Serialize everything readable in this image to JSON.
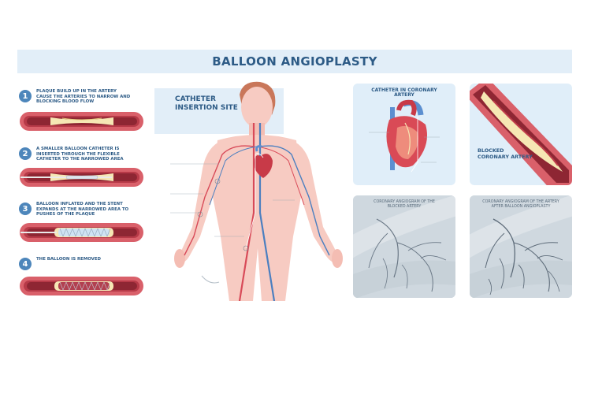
{
  "header": {
    "title": "BALLOON ANGIOPLASTY"
  },
  "steps": [
    {
      "number": "1",
      "text": "PLAQUE BUILD UP IN THE ARTERY CAUSE THE ARTERIES TO NARROW AND BLOCKING BLOOD FLOW"
    },
    {
      "number": "2",
      "text": "A SMALLER BALLOON CATHETER IS INSERTED THROUGH THE FLEXIBLE CATHETER TO THE NARROWED AREA"
    },
    {
      "number": "3",
      "text": "BALLOON INFLATED AND THE STENT EXPANDS AT THE NARROWED AREA TO PUSHES OF THE PLAQUE"
    },
    {
      "number": "4",
      "text": "THE BALLOON IS REMOVED"
    }
  ],
  "center": {
    "insertion_label": "CATHETER INSERTION SITE"
  },
  "panels": {
    "catheter_coronary": "CATHETER IN CORONARY ARTERY",
    "blocked": "BLOCKED CORONARY ARTERY",
    "angiogram_blocked": "CORONARY ANGIOGRAM OF THE BLOCKED ARTERY",
    "angiogram_after": "CORONARY ANGIOGRAM OF THE ARTERY AFTER BALLOON ANGIOPLASTY"
  },
  "colors": {
    "accent": "#2d5b86",
    "step_circle": "#4d86bb",
    "panel_bg": "#e0eef9",
    "artery_wall": "#d9606a",
    "plaque": "#f6e7b4",
    "skin": "#f7cbc2"
  }
}
